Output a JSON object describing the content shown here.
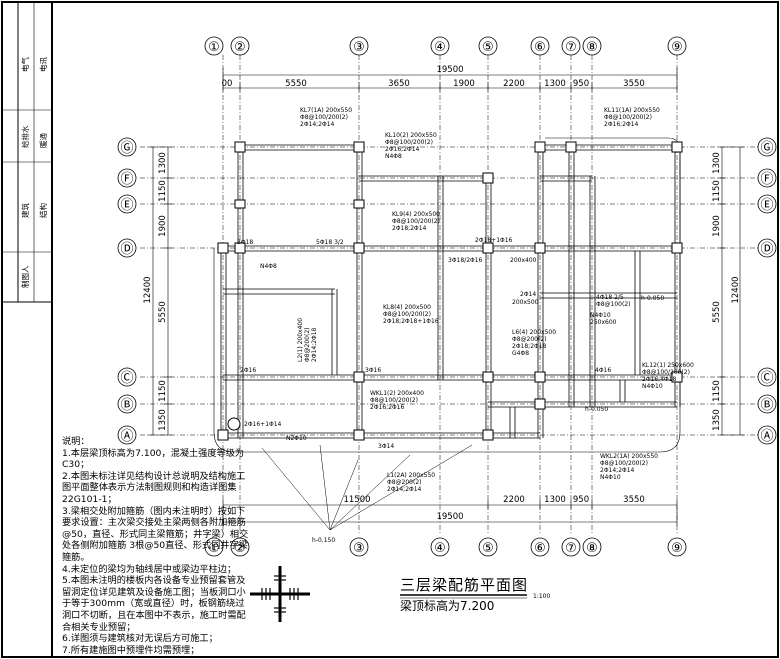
{
  "left_panel": {
    "rows": [
      [
        "电气",
        "电讯"
      ],
      [
        "给排水",
        "暖通"
      ],
      [
        "建筑",
        "结构"
      ],
      [
        "制图人",
        ""
      ]
    ]
  },
  "axes": {
    "columns": [
      "①",
      "②",
      "③",
      "④",
      "⑤",
      "⑥",
      "⑦",
      "⑧",
      "⑨"
    ],
    "rows": [
      "Ⓖ",
      "Ⓕ",
      "Ⓔ",
      "Ⓓ",
      "Ⓒ",
      "Ⓑ",
      "Ⓐ"
    ]
  },
  "dimensions": {
    "total_width": "19500",
    "total_height": "12400",
    "top_spans": [
      "00",
      "5550",
      "3650",
      "1900",
      "2200",
      "1300",
      "950",
      "3550"
    ],
    "bottom_spans": [
      "11500",
      "2200",
      "1300",
      "950",
      "3550"
    ],
    "left_spans": [
      "1300",
      "1150",
      "1900",
      "5550",
      "1150",
      "1350"
    ],
    "right_spans": [
      "1300",
      "1150",
      "1900",
      "5550",
      "1150",
      "1350"
    ]
  },
  "beam_labels": {
    "kl7": [
      "KL7(1A) 200x550",
      "Φ8@100/200(2)",
      "2Φ14;2Φ14"
    ],
    "kl11": [
      "KL11(1A) 200x550",
      "Φ8@100/200(2)",
      "2Φ16;2Φ14"
    ],
    "kl10": [
      "KL10(2) 200x550",
      "Φ8@100/200(2)",
      "2Φ16;2Φ14",
      "N4Φ8"
    ],
    "kl9": [
      "KL9(4) 200x500",
      "Φ8@100/200(2)",
      "2Φ18;2Φ14"
    ],
    "kl8": [
      "KL8(4) 200x500",
      "Φ8@100/200(2)",
      "2Φ18;2Φ18+1Φ16"
    ],
    "wkl1": [
      "WKL1(2) 200x400",
      "Φ8@100/200(2)",
      "2Φ16;2Φ16"
    ],
    "wkl2": [
      "WKL2(1A) 200x550",
      "Φ8@100/200(2)",
      "2Φ14;2Φ14",
      "N4Φ10"
    ],
    "l1": [
      "L1(2A) 200x550",
      "Φ8@200(2)",
      "2Φ14;2Φ14"
    ],
    "l6": [
      "L6(4) 200x500",
      "Φ8@200(2)",
      "2Φ18;2Φ18",
      "G4Φ8"
    ],
    "l2": [
      "L2(1) 200x400",
      "Φ8@200(2)",
      "2Φ14;2Φ18"
    ],
    "kl12": [
      "KL12(1) 250x600",
      "Φ8@100/200(2)",
      "2Φ16;4Φ18",
      "N4Φ10"
    ],
    "n410": [
      "N4Φ10",
      "250x600"
    ],
    "l8": [
      "4Φ18 2/5",
      "Φ8@100(2)"
    ],
    "h1": "h-0.050",
    "h2": "h-0.050",
    "h3": "h-0.150",
    "misc": [
      "3Φ18",
      "5Φ18 3/2",
      "N4Φ8",
      "2Φ16",
      "3Φ16",
      "2Φ14",
      "3Φ14",
      "4Φ16",
      "2Φ16+1Φ14",
      "N2Φ10",
      "200x400",
      "3Φ18/2Φ16",
      "2Φ18+1Φ16",
      "200x500"
    ]
  },
  "notes": [
    "说明：",
    "1.本层梁顶标高为7.100，混凝土强度等级为C30；",
    "2.本图未标注详见结构设计总说明及结构施工图平面整体表示方法制图规则和构造详图集22G101-1；",
    "3.梁相交处附加箍筋（图内未注明时）按如下要求设置：主次梁交接处主梁两侧各附加箍筋@50，直径、形式同主梁箍筋；井字梁）相交处各侧附加箍筋 3根@50直径、形式同井字梁箍筋。",
    "4.未定位的梁均为轴线居中或梁边平柱边；",
    "5.本图未注明的楼板内各设备专业预留套管及留洞定位详见建筑及设备施工图；当板洞口小于等于300mm（宽或直径）时，板钢筋绕过洞口不切断，且在本图中不表示，施工时需配合相关专业预留；",
    "6.详图须与建筑核对无误后方可施工；",
    "7.所有建施图中预埋件均需预埋；"
  ],
  "title": {
    "main": "三层梁配筋平面图",
    "scale": "1:100",
    "sub": "梁顶标高为7.200"
  }
}
